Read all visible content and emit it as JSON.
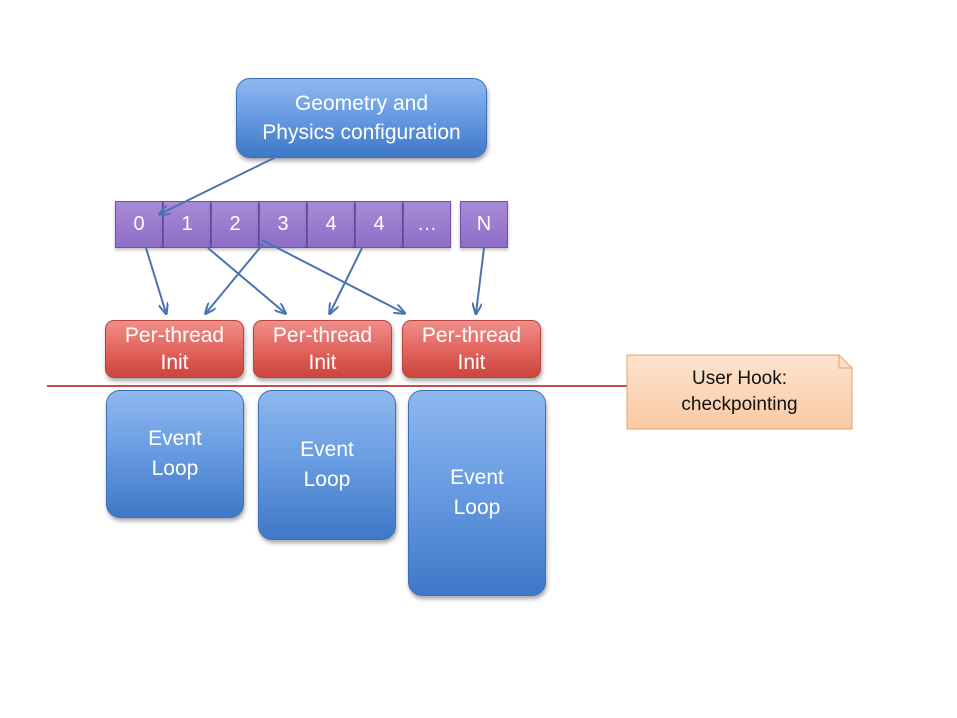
{
  "config_box": {
    "line1": "Geometry and",
    "line2": "Physics configuration"
  },
  "thread_indices": [
    "0",
    "1",
    "2",
    "3",
    "4",
    "4",
    "…"
  ],
  "last_index": "N",
  "init_boxes": [
    {
      "line1": "Per-thread",
      "line2": "Init"
    },
    {
      "line1": "Per-thread",
      "line2": "Init"
    },
    {
      "line1": "Per-thread",
      "line2": "Init"
    }
  ],
  "event_loops": [
    {
      "line1": "Event",
      "line2": "Loop"
    },
    {
      "line1": "Event",
      "line2": "Loop"
    },
    {
      "line1": "Event",
      "line2": "Loop"
    }
  ],
  "user_hook": {
    "line1": "User Hook:",
    "line2": "checkpointing"
  },
  "colors": {
    "arrow": "#4a73b0",
    "divider_line": "#c0504d",
    "config_fill": "#5b8fd9",
    "index_fill": "#9b7fd0",
    "init_fill": "#e0625b",
    "loop_fill": "#4f86d3",
    "hook_fill": "#fcd5b4"
  }
}
